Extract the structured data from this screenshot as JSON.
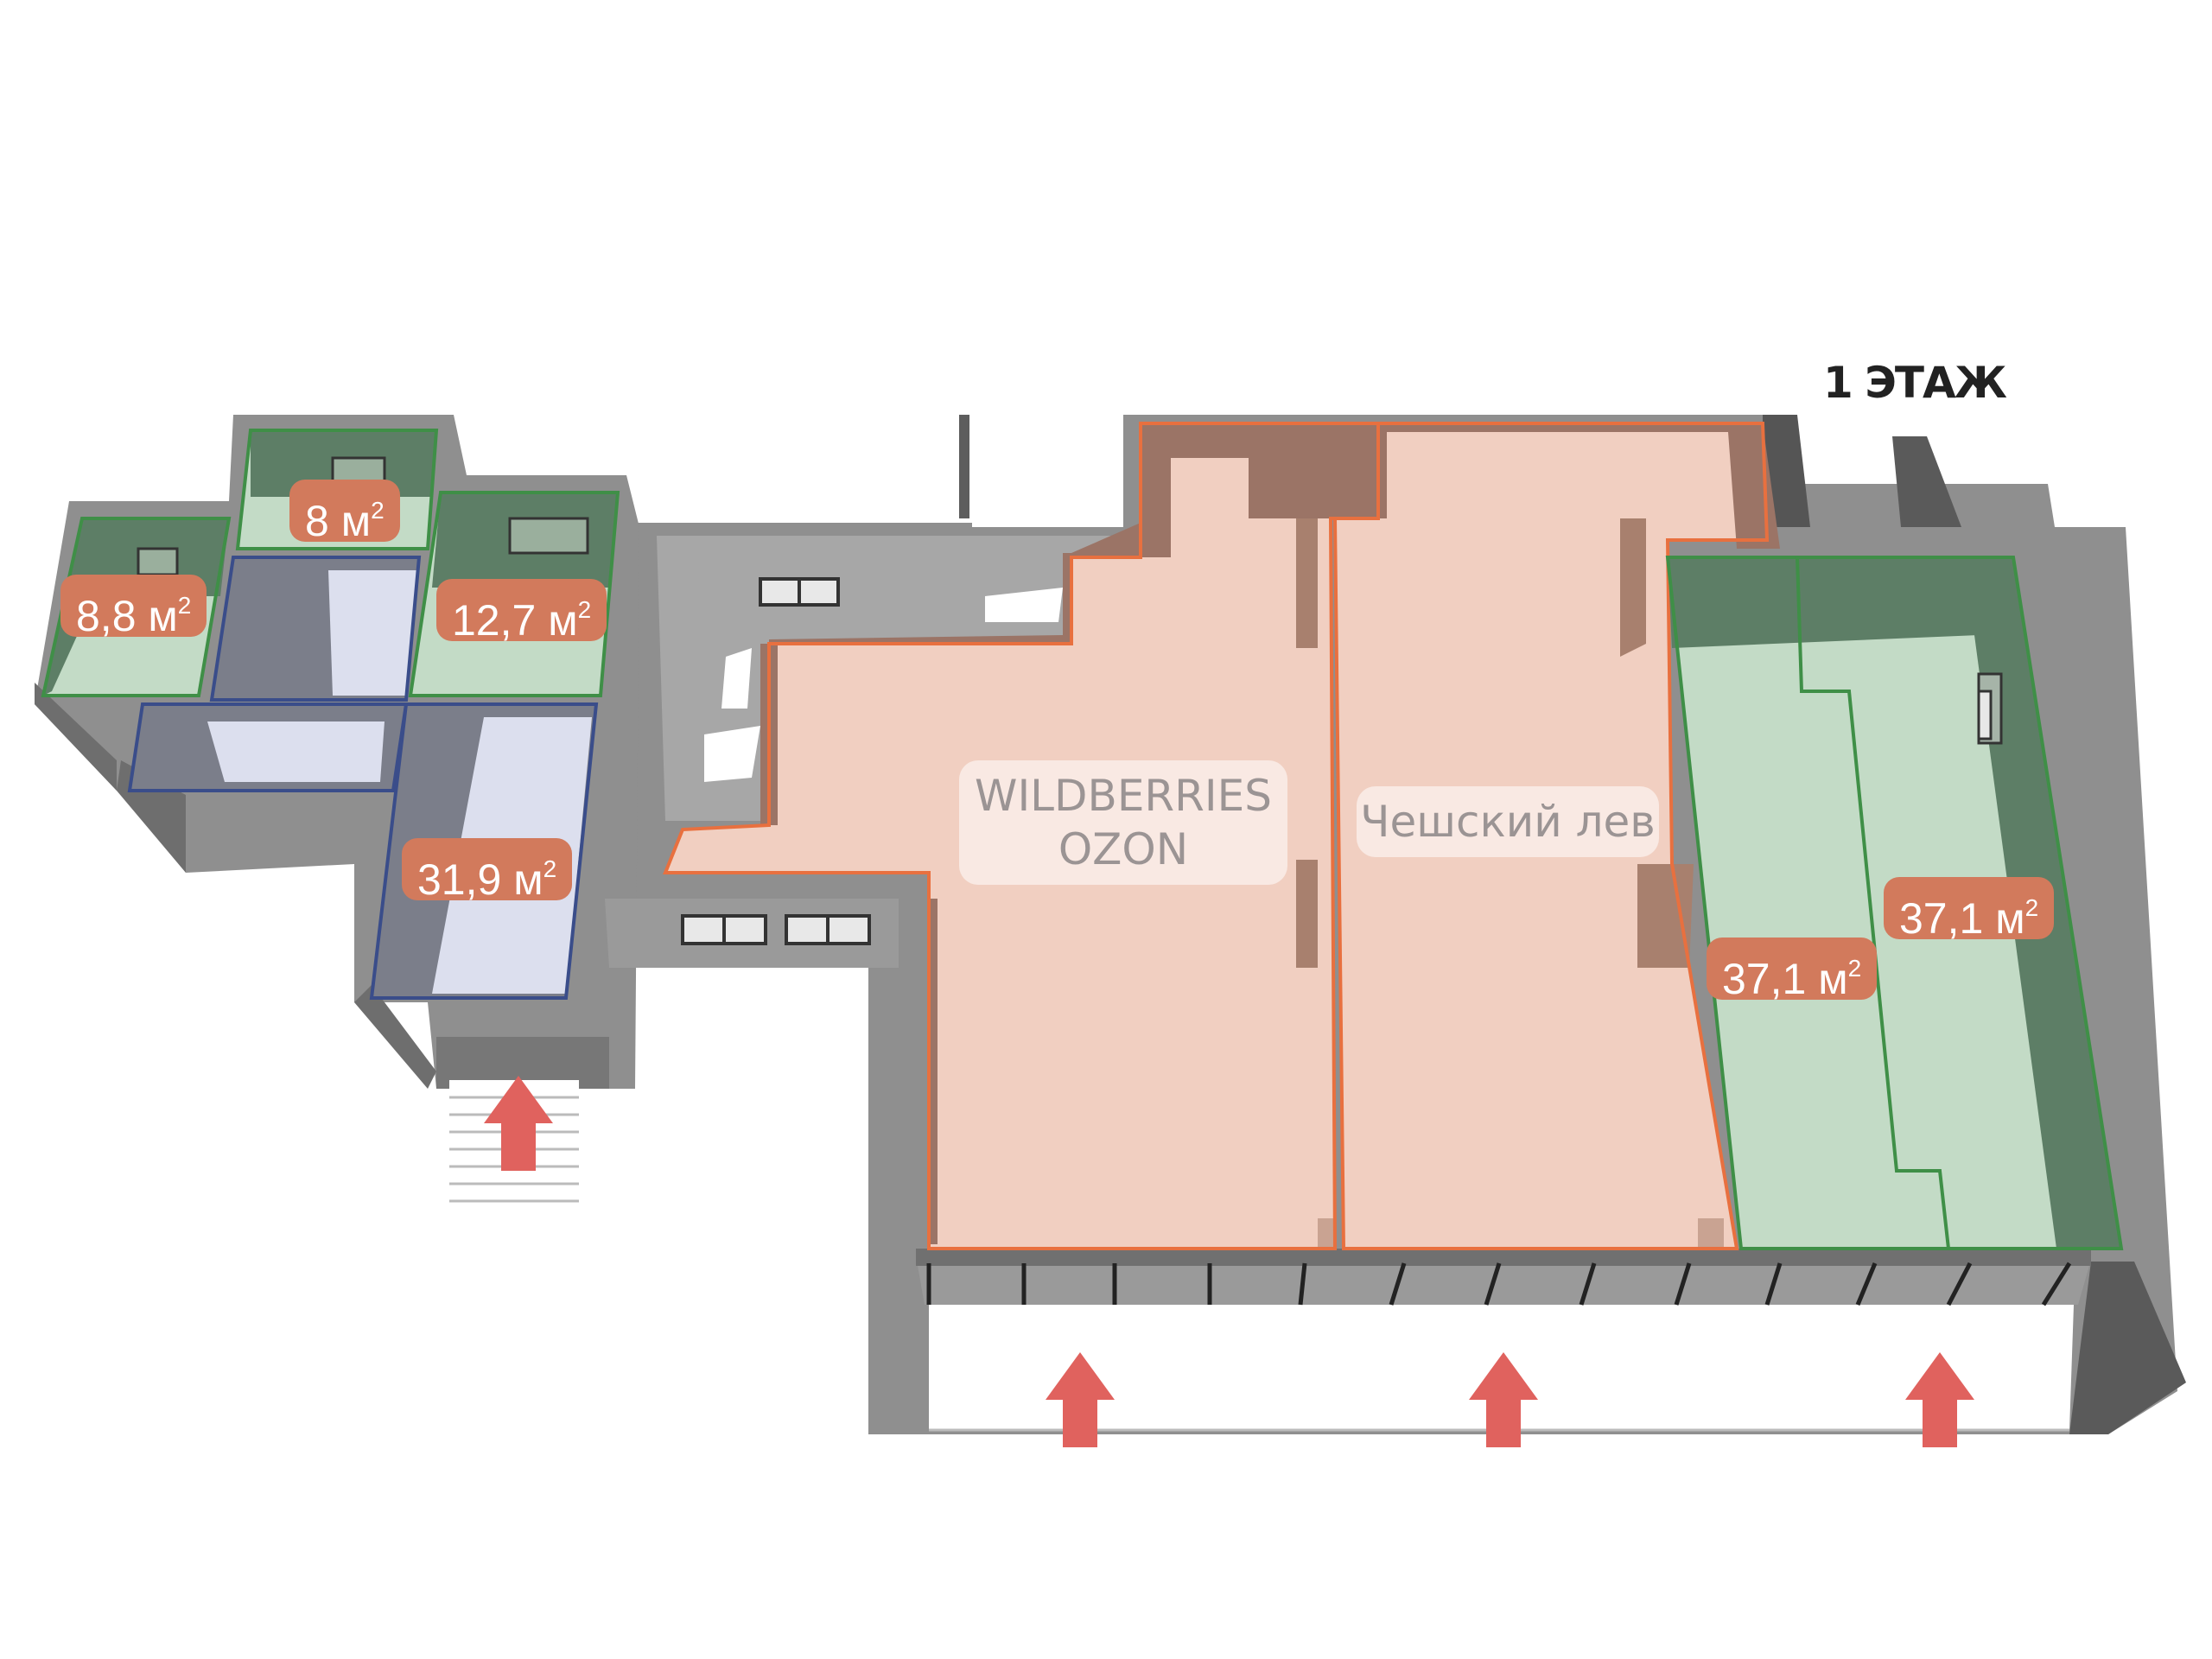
{
  "floor": {
    "label": "1 ЭТАЖ"
  },
  "colors": {
    "wall_top": "#8f8f8f",
    "wall_side": "#6e6e6e",
    "wall_dark": "#5a5a5a",
    "floor_grey": "#9a9a9a",
    "rented_fill": "#f1cfc1",
    "rented_wall": "#9b7466",
    "rented_outline": "#e8703f",
    "free_fill": "#c3dbc6",
    "free_wall": "#5d7e66",
    "free_outline": "#3f8f47",
    "service_fill": "#dcdfee",
    "service_wall": "#6e7283",
    "service_outline": "#3a4d8a",
    "badge_bg": "#d27a5c",
    "entrance_arrow": "#e0625e",
    "glass": "#9a9a9a"
  },
  "areas": [
    {
      "id": "room-8-8",
      "value": "8,8 м",
      "unit_power": "2"
    },
    {
      "id": "room-8",
      "value": "8 м",
      "unit_power": "2"
    },
    {
      "id": "room-12-7",
      "value": "12,7 м",
      "unit_power": "2"
    },
    {
      "id": "room-31-9",
      "value": "31,9 м",
      "unit_power": "2"
    },
    {
      "id": "room-37-1-a",
      "value": "37,1 м",
      "unit_power": "2"
    },
    {
      "id": "room-37-1-b",
      "value": "37,1 м",
      "unit_power": "2"
    }
  ],
  "tenants": [
    {
      "id": "tenant-wildberries",
      "lines": [
        "WILDBERRIES",
        "OZON"
      ]
    },
    {
      "id": "tenant-czech-lion",
      "lines": [
        "Чешский лев"
      ]
    }
  ],
  "entrances": [
    {
      "id": "side-entrance",
      "icon": "up-arrow-icon"
    },
    {
      "id": "main-entrance-1",
      "icon": "up-arrow-icon"
    },
    {
      "id": "main-entrance-2",
      "icon": "up-arrow-icon"
    },
    {
      "id": "main-entrance-3",
      "icon": "up-arrow-icon"
    }
  ]
}
